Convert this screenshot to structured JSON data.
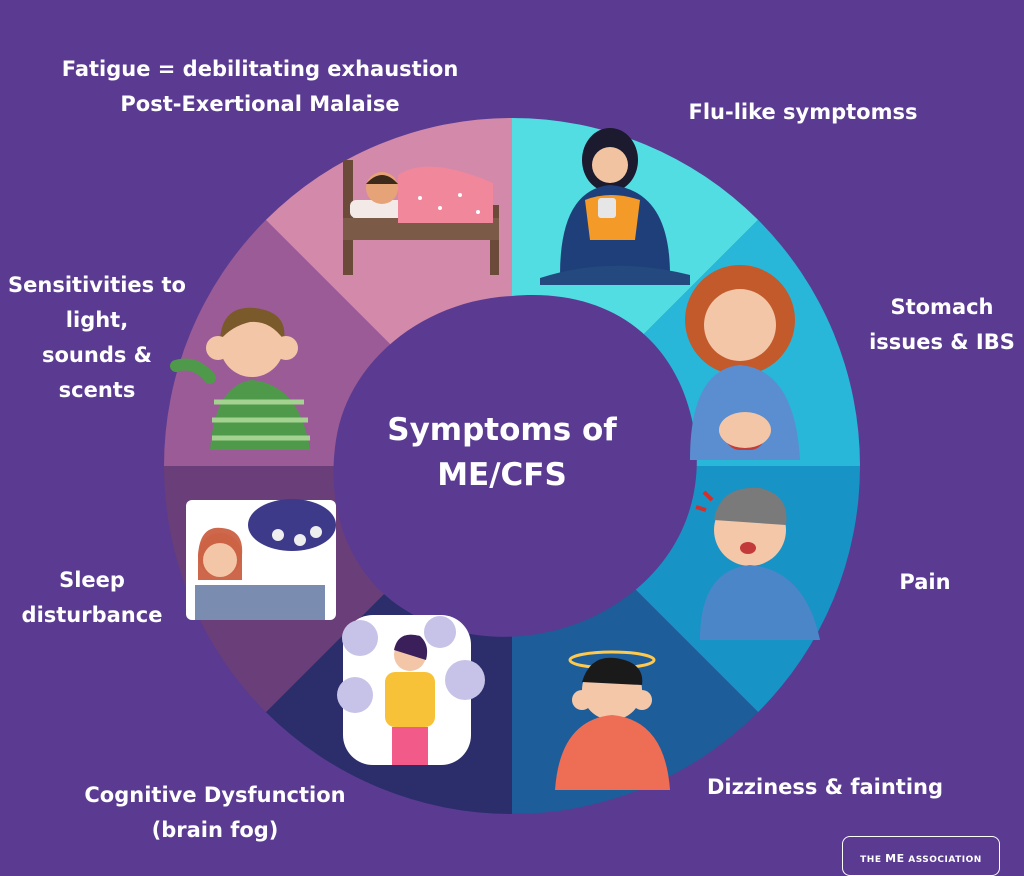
{
  "title": [
    "Symptoms of",
    "ME/CFS"
  ],
  "segments": [
    {
      "id": "flu",
      "color": "#52dde2",
      "icon": "sick-woman-blanket-icon"
    },
    {
      "id": "stomach",
      "color": "#28b6d9",
      "icon": "stomach-ache-woman-icon"
    },
    {
      "id": "pain",
      "color": "#1893c6",
      "icon": "neck-pain-man-icon"
    },
    {
      "id": "dizziness",
      "color": "#1d5d99",
      "icon": "dizzy-man-icon"
    },
    {
      "id": "cognitive",
      "color": "#2b2e6b",
      "icon": "brain-fog-woman-icon"
    },
    {
      "id": "sleep",
      "color": "#6a3e78",
      "icon": "sleepless-woman-icon"
    },
    {
      "id": "sensitivity",
      "color": "#9b5b96",
      "icon": "covering-ears-man-icon"
    },
    {
      "id": "fatigue",
      "color": "#d389a9",
      "icon": "resting-in-bed-icon"
    }
  ],
  "labels": {
    "fatigue": [
      "Fatigue = debilitating exhaustion",
      "Post-Exertional Malaise"
    ],
    "flu": [
      "Flu-like symptomss"
    ],
    "stomach": [
      "Stomach",
      "issues & IBS"
    ],
    "pain": [
      "Pain"
    ],
    "dizziness": [
      "Dizziness & fainting"
    ],
    "cognitive": [
      "Cognitive Dysfunction",
      "(brain fog)"
    ],
    "sleep": [
      "Sleep",
      "disturbance"
    ],
    "sensitivity": [
      "Sensitivities to",
      "light,",
      "sounds &",
      "scents"
    ]
  },
  "colors": {
    "background": "#5a3b91",
    "center": "#5a3b91",
    "text": "#ffffff"
  },
  "logo": {
    "prefix": "THE",
    "brand": "ME",
    "suffix": "ASSOCIATION"
  }
}
